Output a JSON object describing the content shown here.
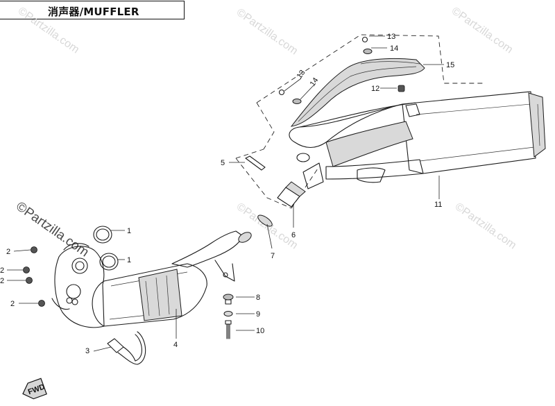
{
  "header": {
    "title": "消声器/MUFFLER"
  },
  "watermarks": [
    "©Partzilla.com",
    "©Partzilla.com",
    "©Partzilla.com",
    "©Partzilla.com",
    "©Partzilla.com",
    "©Partzilla.com"
  ],
  "fwd_label": "FWD",
  "callouts": [
    {
      "label": "1"
    },
    {
      "label": "1"
    },
    {
      "label": "2"
    },
    {
      "label": "2"
    },
    {
      "label": "2"
    },
    {
      "label": "2"
    },
    {
      "label": "3"
    },
    {
      "label": "4"
    },
    {
      "label": "5"
    },
    {
      "label": "6"
    },
    {
      "label": "7"
    },
    {
      "label": "8"
    },
    {
      "label": "9"
    },
    {
      "label": "10"
    },
    {
      "label": "11"
    },
    {
      "label": "12"
    },
    {
      "label": "13"
    },
    {
      "label": "14"
    },
    {
      "label": "13"
    },
    {
      "label": "14"
    },
    {
      "label": "15"
    }
  ]
}
